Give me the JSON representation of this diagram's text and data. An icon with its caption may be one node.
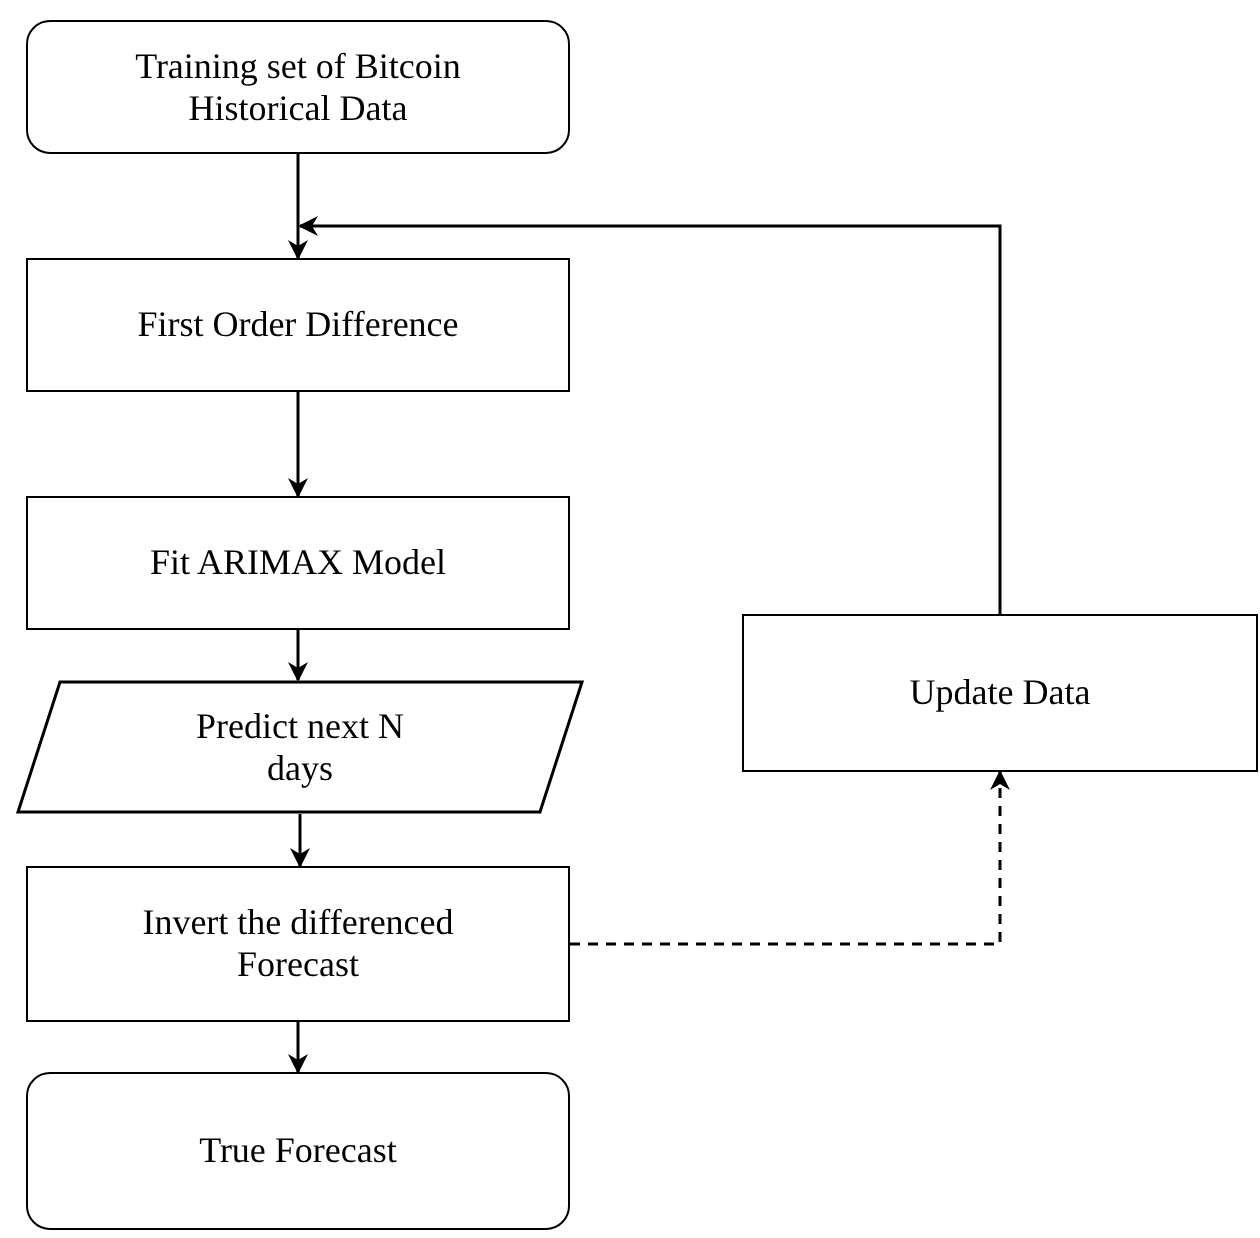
{
  "diagram": {
    "nodes": [
      {
        "text": [
          "Training set of Bitcoin Historical Data"
        ]
      },
      {
        "text": [
          "First Order Difference"
        ]
      },
      {
        "text": [
          "Fit ARIMAX Model"
        ]
      },
      {
        "text": [
          "Predict next N days"
        ]
      },
      {
        "text": [
          "Invert the differenced Forecast"
        ]
      },
      {
        "text": [
          "True Forecast"
        ]
      },
      {
        "text": [
          "Update Data"
        ]
      }
    ],
    "edges": [
      {
        "from": 0,
        "to": 1,
        "arrow": "to"
      },
      {
        "from": 1,
        "to": 2,
        "arrow": "to"
      },
      {
        "from": 2,
        "to": 3,
        "arrow": "to"
      },
      {
        "from": 3,
        "to": 4,
        "arrow": "to"
      },
      {
        "from": 4,
        "to": 5,
        "arrow": "to"
      },
      {
        "from": 4,
        "to": 6,
        "arrow": "to",
        "style": "dashed"
      },
      {
        "from": 6,
        "to": 1,
        "arrow": "to"
      }
    ]
  }
}
